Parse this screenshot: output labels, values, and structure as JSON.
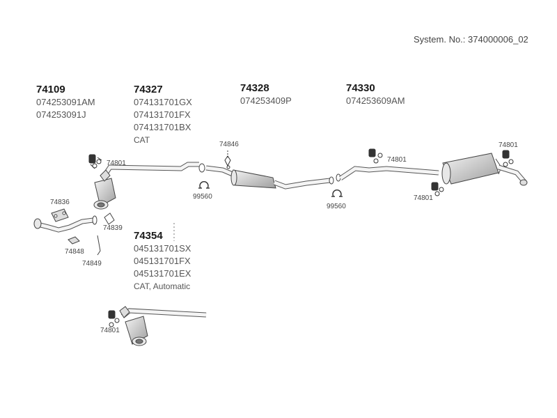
{
  "system_no": "System. No.: 374000006_02",
  "groups": [
    {
      "number": "74109",
      "lines": [
        "074253091AM",
        "074253091J"
      ],
      "note": ""
    },
    {
      "number": "74327",
      "lines": [
        "074131701GX",
        "074131701FX",
        "074131701BX"
      ],
      "note": "CAT"
    },
    {
      "number": "74328",
      "lines": [
        "074253409P"
      ],
      "note": ""
    },
    {
      "number": "74330",
      "lines": [
        "074253609AM"
      ],
      "note": ""
    },
    {
      "number": "74354",
      "lines": [
        "045131701SX",
        "045131701FX",
        "045131701EX"
      ],
      "note": "CAT, Automatic"
    }
  ],
  "labels": {
    "clamp_74801_a": "74801",
    "clamp_74801_b": "74801",
    "clamp_74801_c": "74801",
    "clamp_74801_d": "74801",
    "clamp_74801_e": "74801",
    "part_74846": "74846",
    "ring_99560_a": "99560",
    "ring_99560_b": "99560",
    "part_74836": "74836",
    "part_74839": "74839",
    "part_74848": "74848",
    "part_74849": "74849"
  },
  "colors": {
    "line": "#444444",
    "fill": "#f2f2f2",
    "shade": "#bdbdbd"
  }
}
